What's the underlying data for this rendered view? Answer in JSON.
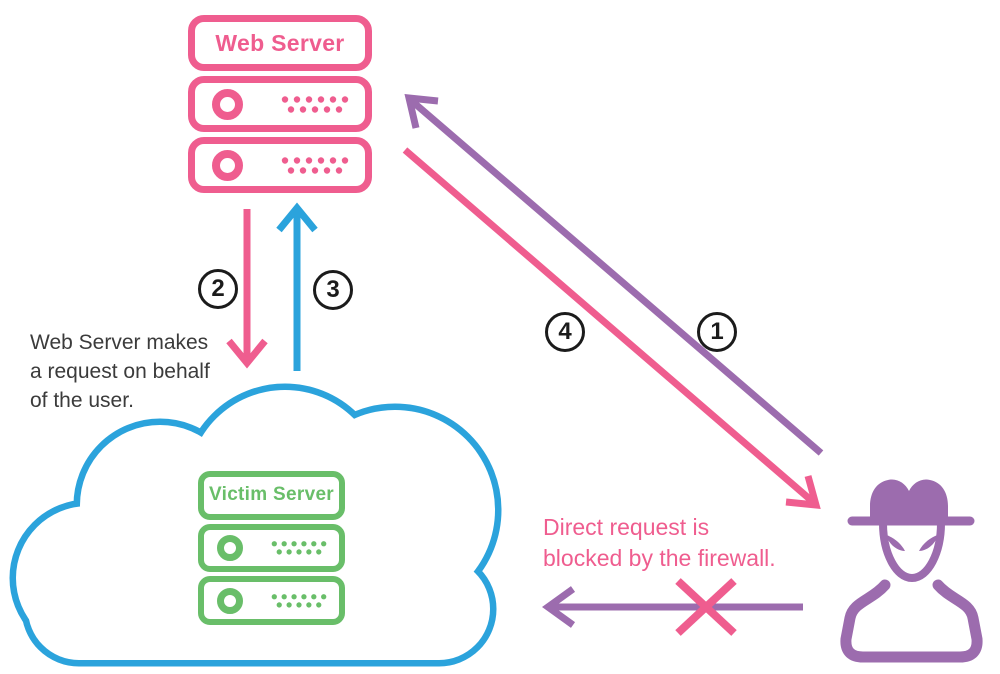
{
  "colors": {
    "pink": "#EF5D8F",
    "blue": "#2BA3DC",
    "green": "#69BE69",
    "purple": "#9C6CAE",
    "ink": "#3B3B3B",
    "badge": "#1B1B1B"
  },
  "web_server": {
    "label": "Web Server"
  },
  "victim_server": {
    "label": "Victim Server"
  },
  "notes": {
    "behalf": {
      "text": "Web Server makes a request on behalf of the user.",
      "lines": [
        "Web Server makes",
        "a request on behalf",
        "of the user."
      ]
    },
    "firewall": {
      "text": "Direct request is blocked by the firewall.",
      "lines": [
        "Direct request is",
        "blocked by the firewall."
      ]
    }
  },
  "steps": [
    {
      "label": "1",
      "arrow": "purple diagonal, attacker up to web server"
    },
    {
      "label": "2",
      "arrow": "pink vertical, web server down to cloud"
    },
    {
      "label": "3",
      "arrow": "blue vertical, cloud up to web server"
    },
    {
      "label": "4",
      "arrow": "pink diagonal, web server down to attacker"
    }
  ],
  "icons": {
    "web_server": "pink-server-stack-icon",
    "victim_server": "green-server-stack-icon",
    "cloud": "blue-cloud-outline-icon",
    "attacker": "purple-hacker-with-hat-icon",
    "blocked": "pink-x-over-purple-arrow"
  }
}
